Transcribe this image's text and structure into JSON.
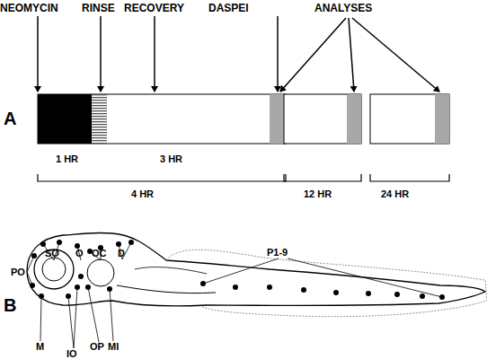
{
  "diagram": {
    "labels": [
      "NEOMYCIN",
      "RINSE",
      "RECOVERY",
      "DASPEI",
      "ANALYSES",
      "A",
      "1 HR",
      "3 HR",
      "4 HR",
      "12 HR",
      "24 HR",
      "SO",
      "O",
      "OC",
      "D",
      "PO",
      "P1-9",
      "B",
      "M",
      "IO",
      "OP",
      "MI"
    ]
  }
}
